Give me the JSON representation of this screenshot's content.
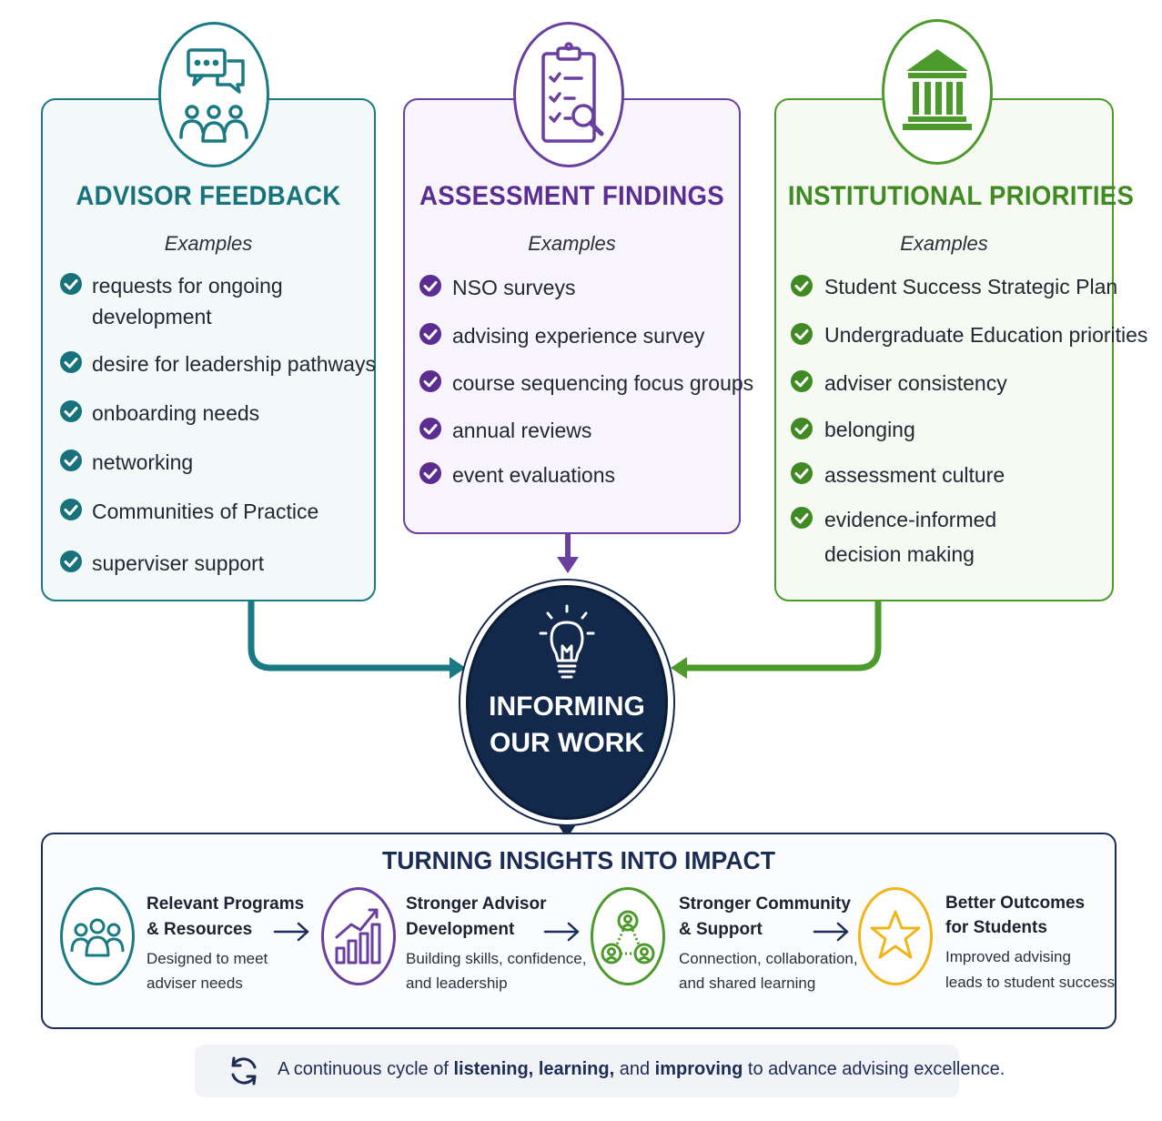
{
  "sources": [
    {
      "title": "ADVISOR FEEDBACK",
      "examples_label": "Examples",
      "items": [
        "requests for ongoing",
        "development",
        "desire for leadership pathways",
        "onboarding needs",
        "networking",
        "Communities of Practice",
        "superviser support"
      ]
    },
    {
      "title": "ASSESSMENT FINDINGS",
      "examples_label": "Examples",
      "items": [
        "NSO surveys",
        "advising experience survey",
        "course sequencing focus groups",
        "annual reviews",
        "event evaluations"
      ]
    },
    {
      "title": "INSTITUTIONAL PRIORITIES",
      "examples_label": "Examples",
      "items": [
        "Student Success Strategic Plan",
        "Undergraduate Education priorities",
        "adviser consistency",
        "belonging",
        "assessment culture",
        "evidence-informed",
        "decision making"
      ]
    }
  ],
  "center": {
    "line1": "INFORMING",
    "line2": "OUR WORK"
  },
  "impact": {
    "title": "TURNING INSIGHTS INTO IMPACT",
    "steps": [
      {
        "title1": "Relevant Programs",
        "title2": "& Resources",
        "desc1": "Designed to meet",
        "desc2": "adviser needs"
      },
      {
        "title1": "Stronger Advisor",
        "title2": "Development",
        "desc1": "Building skills, confidence,",
        "desc2": "and leadership"
      },
      {
        "title1": "Stronger Community",
        "title2": "& Support",
        "desc1": "Connection, collaboration,",
        "desc2": "and shared learning"
      },
      {
        "title1": "Better Outcomes",
        "title2": "for Students",
        "desc1": "Improved advising",
        "desc2": "leads to student success"
      }
    ]
  },
  "footer": {
    "prefix": "A continuous cycle of ",
    "w1": "listening,",
    "w2": "learning,",
    "mid": " and ",
    "w3": "improving",
    "suffix": " to advance advising excellence."
  },
  "colors": {
    "teal": "#1a7a83",
    "purple": "#6a3fa0",
    "green": "#4d9a2c",
    "navy": "#13294b",
    "gold": "#f2b417"
  },
  "icons": [
    "chat-people-icon",
    "checklist-magnifier-icon",
    "institution-building-icon",
    "lightbulb-icon",
    "people-group-icon",
    "growth-chart-icon",
    "network-people-icon",
    "star-icon",
    "cycle-icon"
  ]
}
